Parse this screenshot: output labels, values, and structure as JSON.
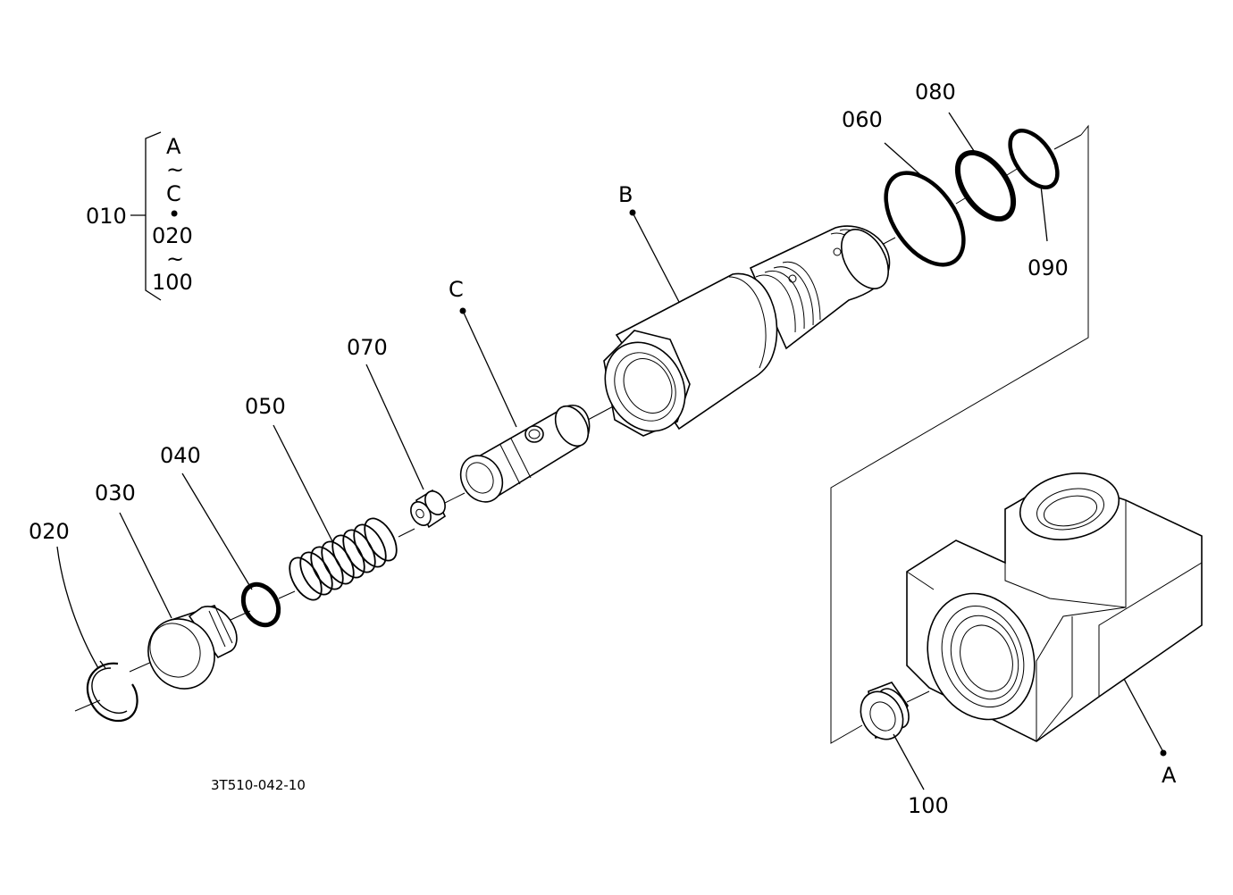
{
  "bracket": {
    "callout": "010",
    "lines": [
      "A",
      "~",
      "C",
      "•",
      "020",
      "~",
      "100"
    ]
  },
  "labels": {
    "p020": "020",
    "p030": "030",
    "p040": "040",
    "p050": "050",
    "p070": "070",
    "pC": "C",
    "pB": "B",
    "p060": "060",
    "p080": "080",
    "p090": "090",
    "p100": "100",
    "pA": "A"
  },
  "drawing_number": "3T510-042-10"
}
